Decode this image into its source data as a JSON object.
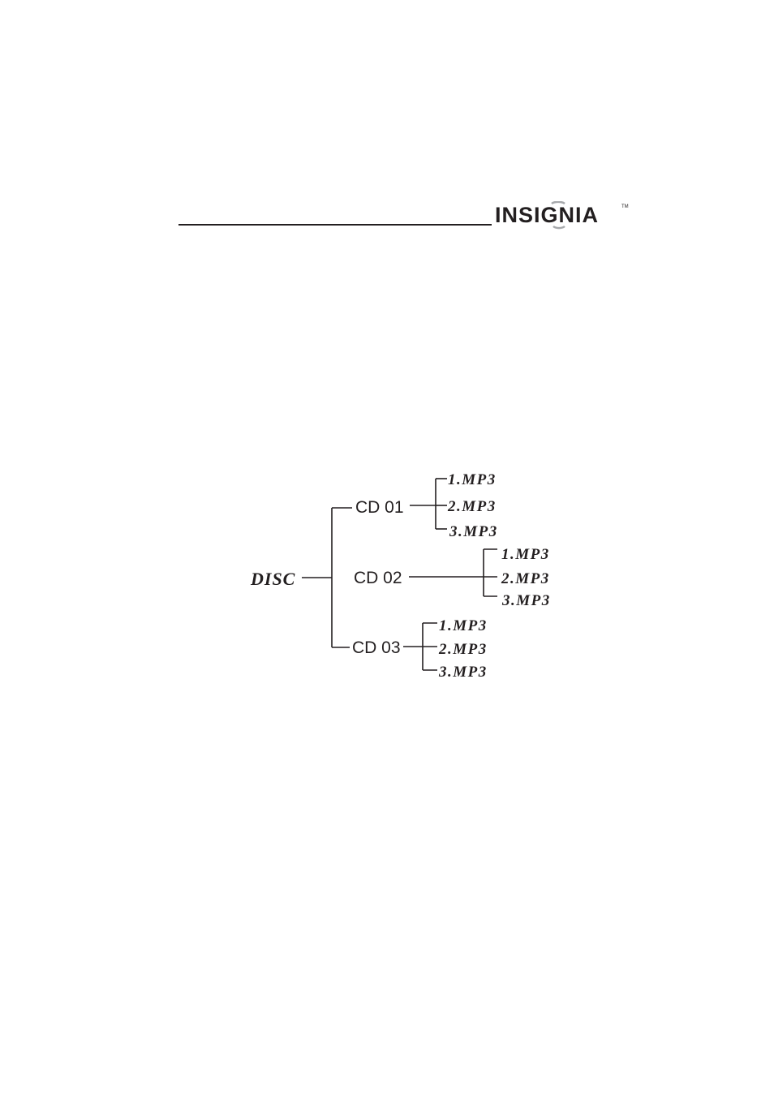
{
  "header": {
    "brand_name": "INSIGNIA",
    "trademark": "TM"
  },
  "diagram": {
    "root_label": "DISC",
    "folders": [
      {
        "label": "CD 01",
        "files": [
          "1.MP3",
          "2.MP3",
          "3.MP3"
        ]
      },
      {
        "label": "CD 02",
        "files": [
          "1.MP3",
          "2.MP3",
          "3.MP3"
        ]
      },
      {
        "label": "CD 03",
        "files": [
          "1.MP3",
          "2.MP3",
          "3.MP3"
        ]
      }
    ]
  },
  "colors": {
    "ink": "#231f20",
    "logo_accent": "#a7a9ac"
  }
}
